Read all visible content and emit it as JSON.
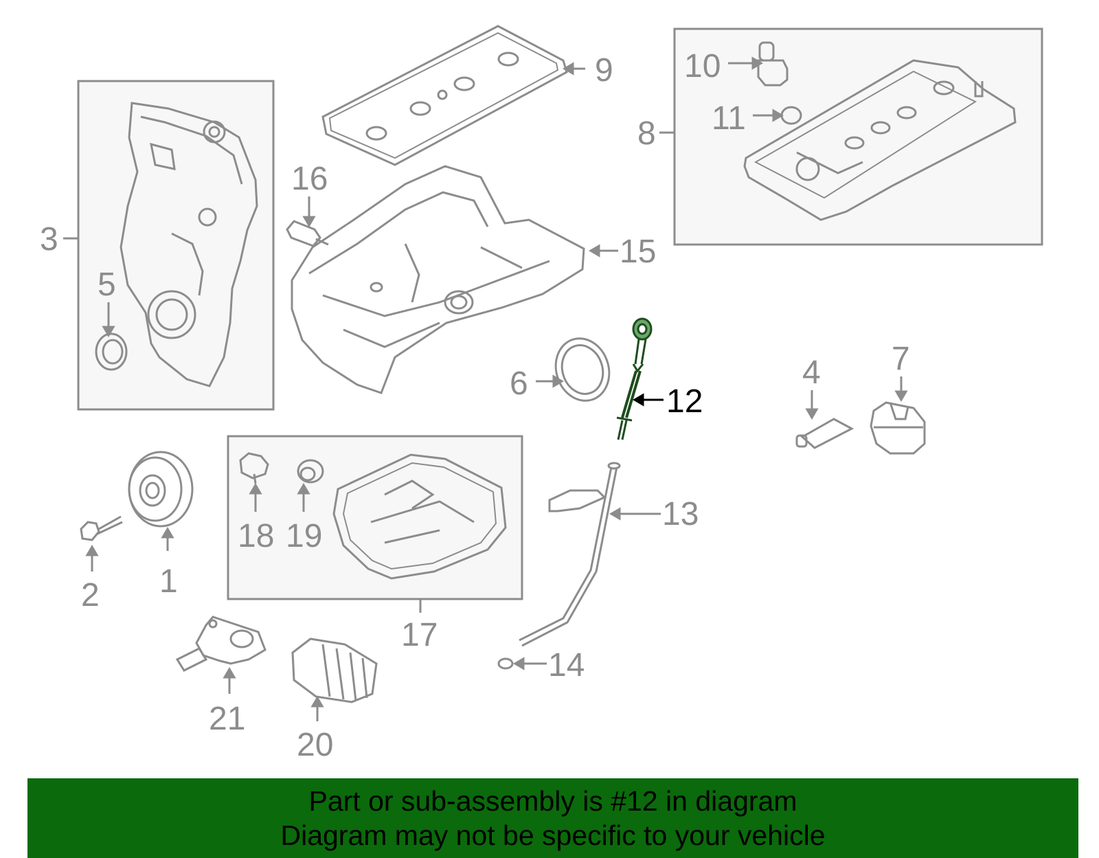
{
  "colors": {
    "background": "#ffffff",
    "part_line": "#8c8c8c",
    "label": "#8c8c8c",
    "highlight_label": "#000000",
    "highlight_part": "#1e4d1e",
    "box_fill": "#f7f7f7",
    "banner": "#0b6a0b",
    "banner_text": "#000000"
  },
  "diagram": {
    "callouts": [
      "1",
      "2",
      "3",
      "4",
      "5",
      "6",
      "7",
      "8",
      "9",
      "10",
      "11",
      "12",
      "13",
      "14",
      "15",
      "16",
      "17",
      "18",
      "19",
      "20",
      "21"
    ],
    "highlighted": "12"
  },
  "banner": {
    "line1": "Part or sub-assembly is #12 in diagram",
    "line2": "Diagram may not be specific to your vehicle"
  }
}
